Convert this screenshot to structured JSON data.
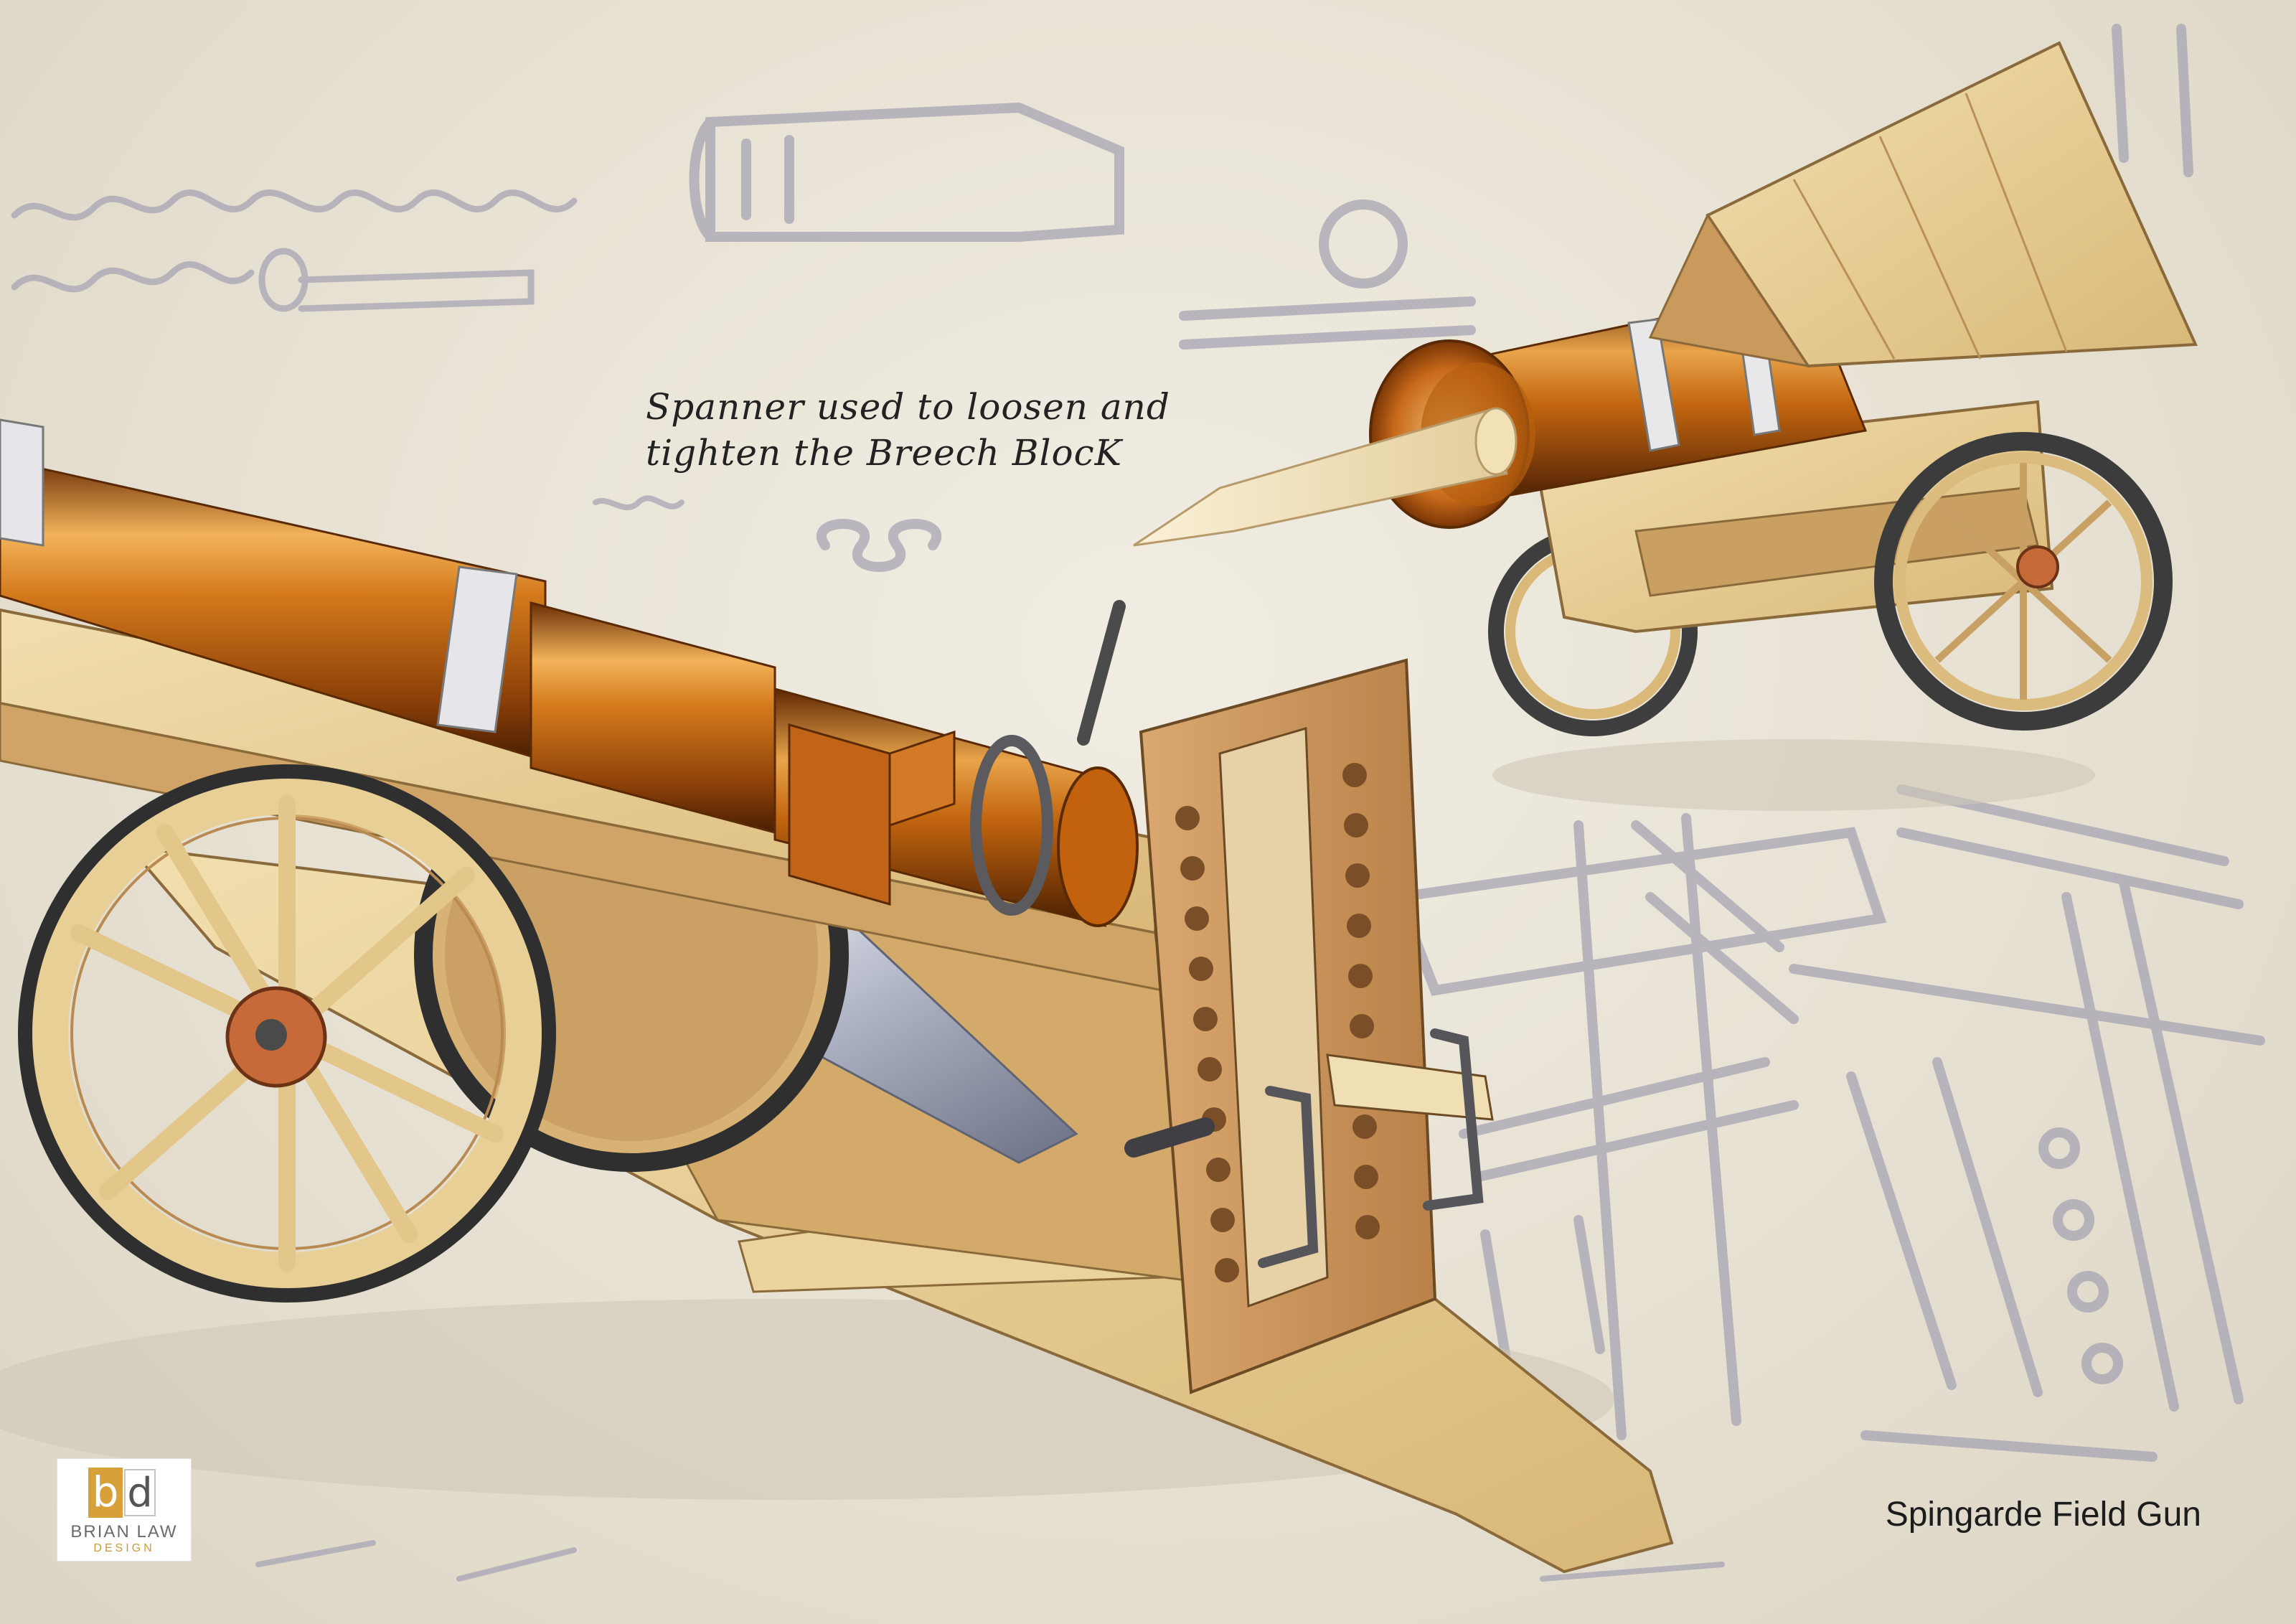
{
  "annotation": {
    "line1": "Spanner used to loosen and",
    "line2": "tighten the Breech BlocK"
  },
  "title": "Spingarde Field Gun",
  "logo": {
    "mark_left": "b",
    "mark_right": "d",
    "name": "BRIAN LAW",
    "subtitle": "DESIGN"
  },
  "colors": {
    "paper": "#e9e4d8",
    "sketch_ink": "#a7a4b3",
    "wood_light": "#e8cf95",
    "wood_medium": "#c9965a",
    "bronze": "#c56a12",
    "iron": "#4a4a4a",
    "logo_accent": "#d8a038"
  },
  "illustration": {
    "background": "faded Leonardo da Vinci style sketch of cannons with handwritten notes",
    "subject": "3D rendered wooden field gun carriage with bronze barrel",
    "views": 2
  }
}
